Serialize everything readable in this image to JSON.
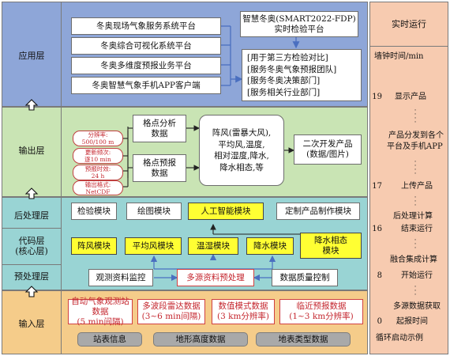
{
  "layers": {
    "app": "应用层",
    "output": "输出层",
    "post": "后处理层",
    "core_line1": "代码层",
    "core_line2": "(核心层)",
    "pre": "预处理层",
    "input": "输入层"
  },
  "app_layer": {
    "platforms": [
      "冬奥现场气象服务系统平台",
      "冬奥综合可视化系统平台",
      "冬奥多维度预报业务平台",
      "冬奥智慧气象手机APP客户端"
    ],
    "smart_line1": "智慧冬奥(SMART2022-FDP)",
    "smart_line2": "实时检验平台",
    "uses": [
      "[用于第三方检验对比]",
      "[服务冬奥气象预报团队]",
      "[服务冬奥决策部门]",
      "[服务相关行业部门]"
    ]
  },
  "output_layer": {
    "specs": [
      [
        "分辨率:",
        "500/100 m"
      ],
      [
        "更新频次:",
        "逐10 min"
      ],
      [
        "预报时效:",
        "24 h"
      ],
      [
        "输出格式:",
        "NetCDF"
      ]
    ],
    "grid_analysis": [
      "格点分析",
      "数据"
    ],
    "grid_forecast": [
      "格点预报",
      "数据"
    ],
    "variables": [
      "阵风(雷暴大风),",
      "平均风,温度,",
      "相对湿度,降水,",
      "降水相态,等"
    ],
    "secondary": [
      "二次开发产品",
      "(数据/图片)"
    ]
  },
  "post_layer": {
    "check": "检验模块",
    "plot": "绘图模块",
    "ai": "人工智能模块",
    "custom": "定制产品制作模块"
  },
  "core_layer": {
    "modules": [
      "阵风模块",
      "平均风模块",
      "温湿模块",
      "降水模块"
    ],
    "phase": [
      "降水相态",
      "模块"
    ]
  },
  "pre_layer": {
    "obs": "观测资料监控",
    "fusion": "多源资料预处理",
    "qc": "数据质量控制"
  },
  "input_layer": {
    "sources": [
      [
        "自动气象观测站数据",
        "(5 min间隔)"
      ],
      [
        "多波段雷达数据",
        "(3~6 min间隔)"
      ],
      [
        "数值模式数据",
        "(3 km分辨率)"
      ],
      [
        "临近预报数据",
        "(1~3 km分辨率)"
      ]
    ],
    "static": [
      "站表信息",
      "地形高度数据",
      "地表类型数据"
    ]
  },
  "timeline": {
    "header": "实时运行",
    "axis_title": "墙钟时间/min",
    "footer": "循环启动示例",
    "marks": [
      "19",
      "17",
      "16",
      "8",
      "0"
    ],
    "display": "显示产品",
    "distribute": [
      "产品分发到各个",
      "平台及手机APP"
    ],
    "upload": "上传产品",
    "postcalc": "后处理计算",
    "end_run": "结束运行",
    "fusion_calc": "融合集成计算",
    "start_run": "开始运行",
    "multi_data": "多源数据获取",
    "start_time": "起报时间"
  },
  "colors": {
    "app_band": "#8ea6d8",
    "output_band": "#c9e4b4",
    "core_band": "#99d4d4",
    "input_band": "#f5cc8a",
    "timeline_bg": "#f7cbb0",
    "yellow_module": "#ffff33",
    "red_text": "#c4262e",
    "blue_arrow": "#4a6fc0"
  }
}
